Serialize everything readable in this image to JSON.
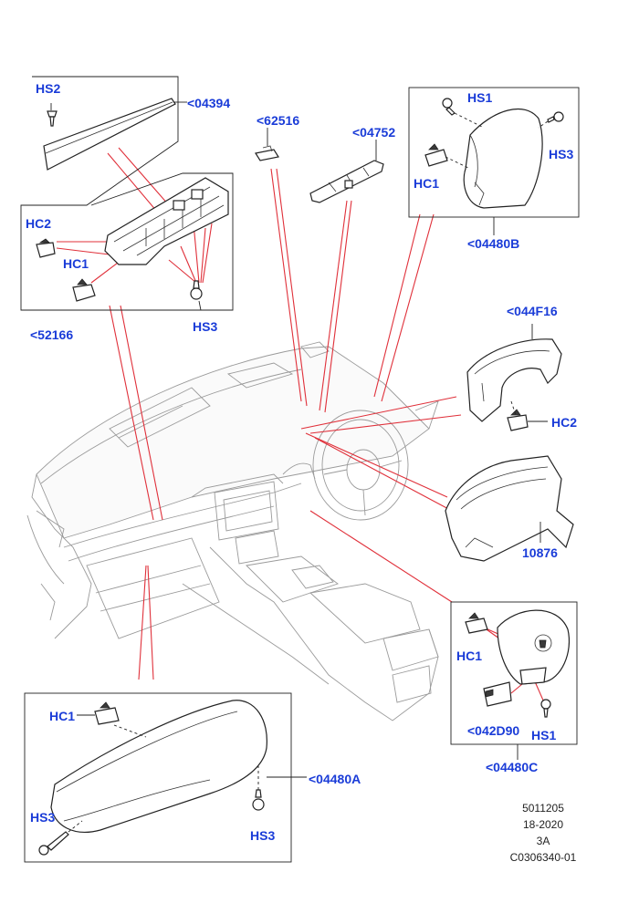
{
  "callouts": {
    "hs2_top": "HS2",
    "p04394": "<04394",
    "p62516": "<62516",
    "p04752": "<04752",
    "hs1_top": "HS1",
    "hs3_top": "HS3",
    "hc1_top": "HC1",
    "p04480b": "<04480B",
    "hc2_left": "HC2",
    "hc1_left": "HC1",
    "hs3_left": "HS3",
    "p52166": "<52166",
    "p044f16": "<044F16",
    "hc2_right": "HC2",
    "p10876": "10876",
    "hc1_right": "HC1",
    "p042d90": "<042D90",
    "hs1_right": "HS1",
    "p04480c": "<04480C",
    "hc1_bottom": "HC1",
    "p04480a": "<04480A",
    "hs3_bottom_left": "HS3",
    "hs3_bottom_right": "HS3"
  },
  "reference": {
    "line1": "5011205",
    "line2": "18-2020",
    "line3": "3A",
    "line4": "C0306340-01"
  }
}
